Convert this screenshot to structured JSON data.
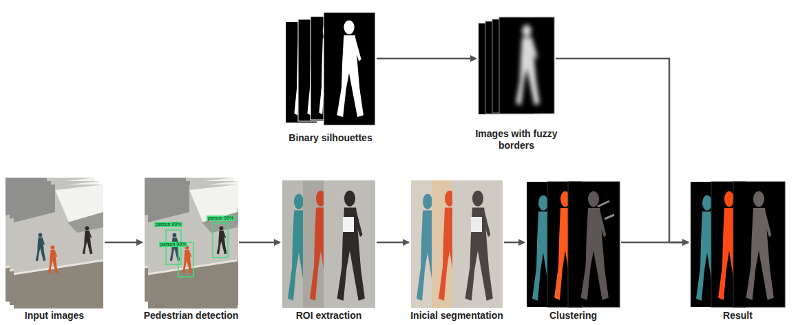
{
  "diagram": {
    "nodes": [
      {
        "text": [
          "Binary silhouettes"
        ]
      },
      {
        "text": [
          "Images with fuzzy borders"
        ]
      },
      {
        "text": [
          "Input images"
        ]
      },
      {
        "text": [
          "Pedestrian detection"
        ]
      },
      {
        "text": [
          "ROI extraction"
        ]
      },
      {
        "text": [
          "Inicial segmentation"
        ]
      },
      {
        "text": [
          "Clustering"
        ]
      },
      {
        "text": [
          "Result"
        ]
      }
    ],
    "edges": [
      {
        "from": 2,
        "to": 3,
        "arrow": "to"
      },
      {
        "from": 3,
        "to": 4,
        "arrow": "to"
      },
      {
        "from": 4,
        "to": 5,
        "arrow": "to"
      },
      {
        "from": 5,
        "to": 6,
        "arrow": "to"
      },
      {
        "from": 0,
        "to": 1,
        "arrow": "to"
      },
      {
        "from": 1,
        "to": 7,
        "arrow": "to"
      },
      {
        "from": 6,
        "to": 7,
        "arrow": "to"
      }
    ],
    "labels": [
      "person 99%",
      "person 99%",
      "person 99%"
    ]
  }
}
